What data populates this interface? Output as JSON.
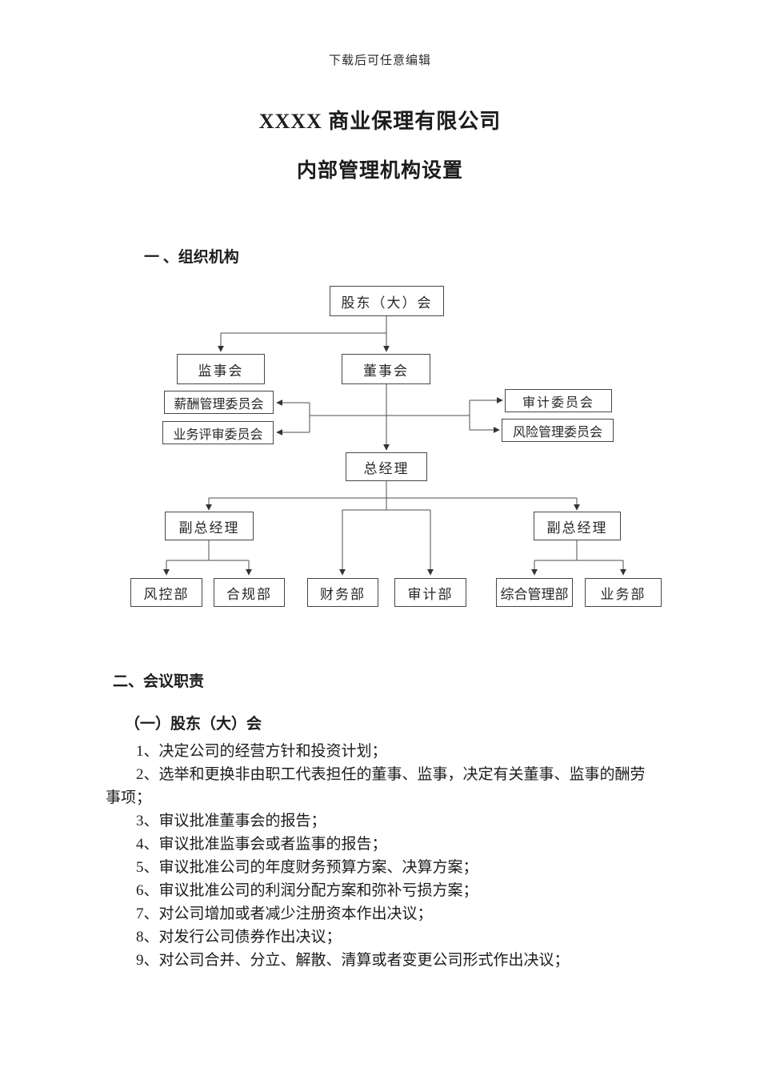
{
  "page": {
    "header_note": "下载后可任意编辑",
    "title": "XXXX 商业保理有限公司",
    "subtitle": "内部管理机构设置"
  },
  "sections": {
    "organization": {
      "heading": "一 、组织机构"
    },
    "duties": {
      "heading": "二、会议职责",
      "subsection_heading": "（一）股东（大）会",
      "items": [
        "1、决定公司的经营方针和投资计划；",
        "2、选举和更换非由职工代表担任的董事、监事，决定有关董事、监事的酬劳事项；",
        "3、审议批准董事会的报告；",
        "4、审议批准监事会或者监事的报告；",
        "5、审议批准公司的年度财务预算方案、决算方案；",
        "6、审议批准公司的利润分配方案和弥补亏损方案；",
        "7、对公司增加或者减少注册资本作出决议；",
        "8、对发行公司债券作出决议；",
        "9、对公司合并、分立、解散、清算或者变更公司形式作出决议；"
      ]
    }
  },
  "org_chart": {
    "line_color": "#4d4d4d",
    "arrow_color": "#333333",
    "nodes": {
      "shareholders": "股东（大）会",
      "supervisory_board": "监事会",
      "board_of_directors": "董事会",
      "compensation_committee": "薪酬管理委员会",
      "business_review_committee": "业务评审委员会",
      "audit_committee": "审计委员会",
      "risk_committee": "风险管理委员会",
      "general_manager": "总经理",
      "deputy_gm_left": "副总经理",
      "deputy_gm_right": "副总经理",
      "dept_risk_control": "风控部",
      "dept_compliance": "合规部",
      "dept_finance": "财务部",
      "dept_audit": "审计部",
      "dept_general_admin": "综合管理部",
      "dept_business": "业务部"
    }
  }
}
